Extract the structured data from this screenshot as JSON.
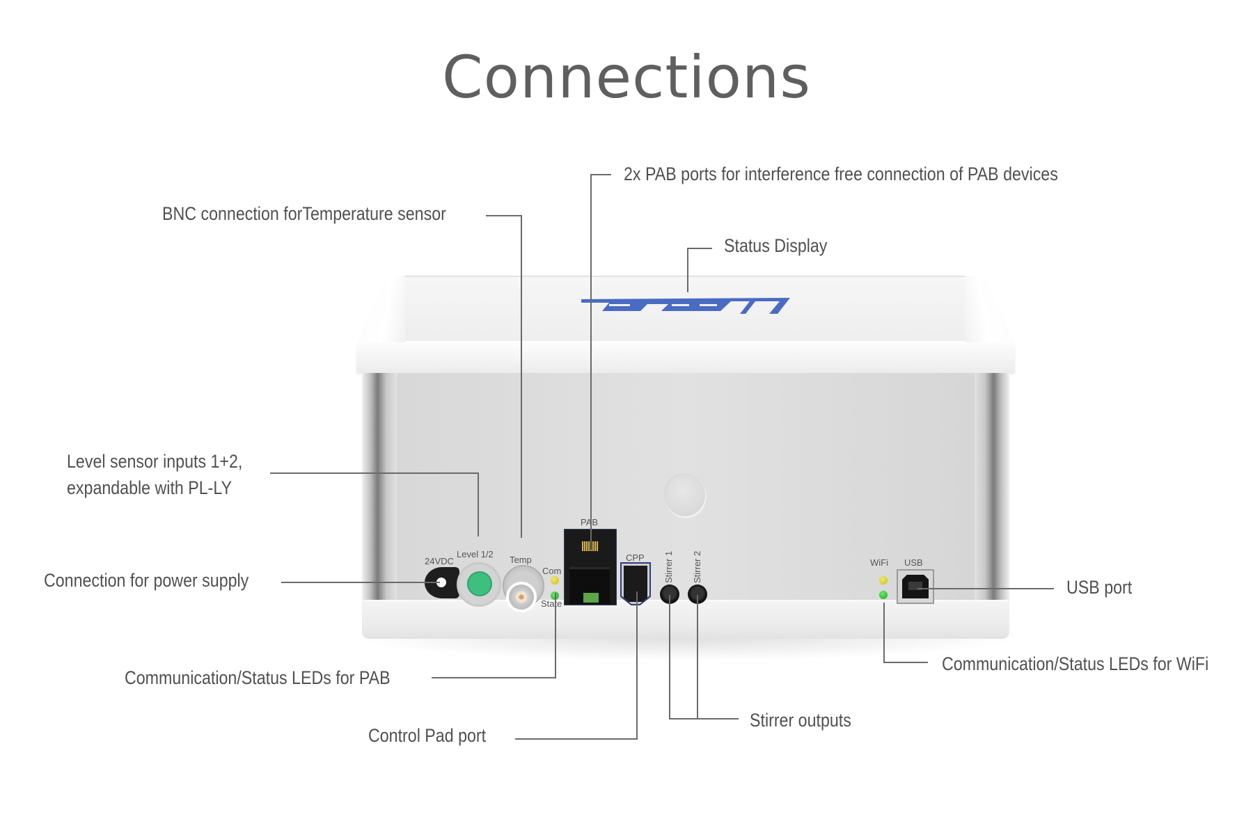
{
  "title": "Connections",
  "brand_logo": {
    "icon": "ths-logo",
    "color": "#4a6bc2"
  },
  "callouts": {
    "pab_ports": "2x PAB ports for interference free connection of PAB devices",
    "bnc_temperature": "BNC connection forTemperature sensor",
    "status_display": "Status Display",
    "level_sensor_line1": "Level sensor inputs 1+2,",
    "level_sensor_line2": "expandable with PL-LY",
    "power_supply": "Connection for power supply",
    "pab_leds": "Communication/Status LEDs for PAB",
    "control_pad": "Control Pad port",
    "stirrer_outputs": "Stirrer outputs",
    "usb_port": "USB port",
    "wifi_leds": "Communication/Status LEDs for WiFi"
  },
  "device_labels": {
    "dc": "24VDC",
    "level": "Level 1/2",
    "temp": "Temp",
    "com": "Com",
    "state": "State",
    "pab": "PAB",
    "cpp": "CPP",
    "stirrer1": "Stirrer 1",
    "stirrer2": "Stirrer 2",
    "wifi": "WiFi",
    "usb": "USB"
  },
  "colors": {
    "led_yellow": "#e0d42a",
    "led_green": "#3cc43c",
    "level_connector": "#3fbf7f",
    "leader_line": "#6a6a6a"
  }
}
